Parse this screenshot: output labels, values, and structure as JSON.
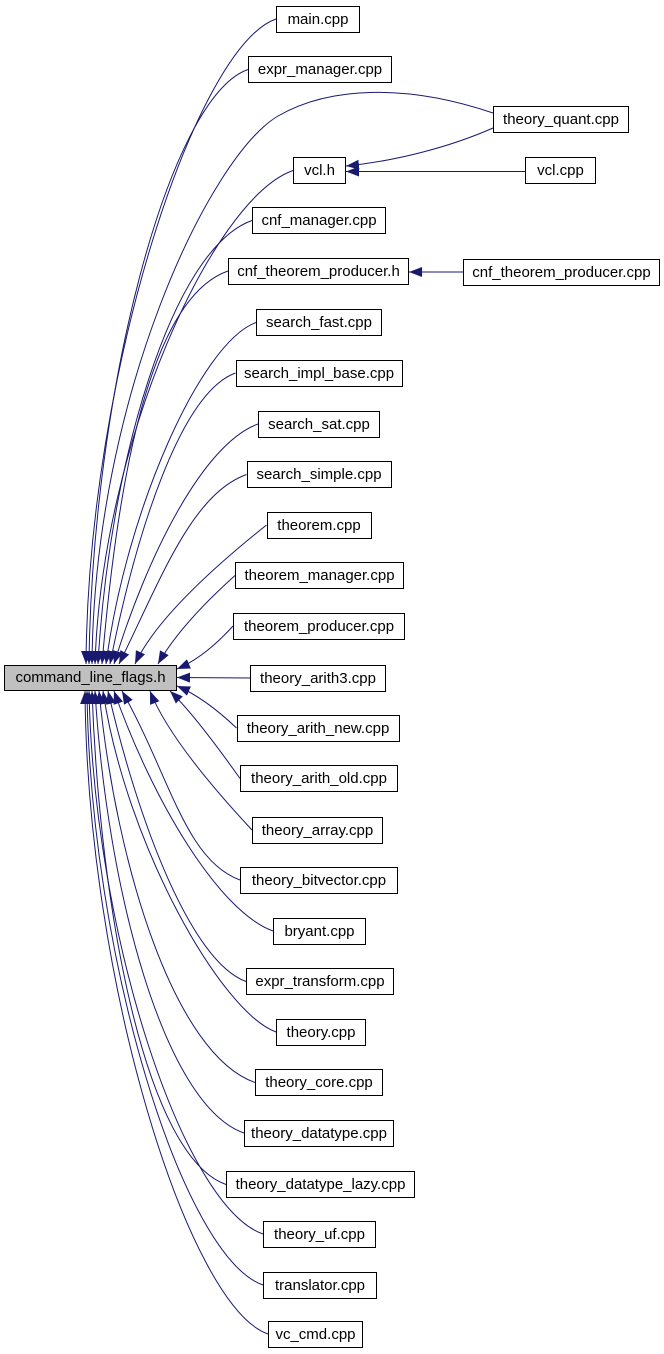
{
  "colors": {
    "edge": "#191970",
    "node_border": "#000000",
    "node_fill": "#ffffff",
    "central_fill": "#c0c0c0",
    "background": "#ffffff",
    "text": "#000000"
  },
  "central_node": {
    "id": "command_line_flags_h",
    "label": "command_line_flags.h"
  },
  "nodes": [
    {
      "id": "main_cpp",
      "label": "main.cpp"
    },
    {
      "id": "expr_manager_cpp",
      "label": "expr_manager.cpp"
    },
    {
      "id": "theory_quant_cpp",
      "label": "theory_quant.cpp"
    },
    {
      "id": "vcl_h",
      "label": "vcl.h"
    },
    {
      "id": "vcl_cpp",
      "label": "vcl.cpp"
    },
    {
      "id": "cnf_manager_cpp",
      "label": "cnf_manager.cpp"
    },
    {
      "id": "cnf_theorem_producer_h",
      "label": "cnf_theorem_producer.h"
    },
    {
      "id": "cnf_theorem_producer_cpp",
      "label": "cnf_theorem_producer.cpp"
    },
    {
      "id": "search_fast_cpp",
      "label": "search_fast.cpp"
    },
    {
      "id": "search_impl_base_cpp",
      "label": "search_impl_base.cpp"
    },
    {
      "id": "search_sat_cpp",
      "label": "search_sat.cpp"
    },
    {
      "id": "search_simple_cpp",
      "label": "search_simple.cpp"
    },
    {
      "id": "theorem_cpp",
      "label": "theorem.cpp"
    },
    {
      "id": "theorem_manager_cpp",
      "label": "theorem_manager.cpp"
    },
    {
      "id": "theorem_producer_cpp",
      "label": "theorem_producer.cpp"
    },
    {
      "id": "theory_arith3_cpp",
      "label": "theory_arith3.cpp"
    },
    {
      "id": "theory_arith_new_cpp",
      "label": "theory_arith_new.cpp"
    },
    {
      "id": "theory_arith_old_cpp",
      "label": "theory_arith_old.cpp"
    },
    {
      "id": "theory_array_cpp",
      "label": "theory_array.cpp"
    },
    {
      "id": "theory_bitvector_cpp",
      "label": "theory_bitvector.cpp"
    },
    {
      "id": "bryant_cpp",
      "label": "bryant.cpp"
    },
    {
      "id": "expr_transform_cpp",
      "label": "expr_transform.cpp"
    },
    {
      "id": "theory_cpp",
      "label": "theory.cpp"
    },
    {
      "id": "theory_core_cpp",
      "label": "theory_core.cpp"
    },
    {
      "id": "theory_datatype_cpp",
      "label": "theory_datatype.cpp"
    },
    {
      "id": "theory_datatype_lazy_cpp",
      "label": "theory_datatype_lazy.cpp"
    },
    {
      "id": "theory_uf_cpp",
      "label": "theory_uf.cpp"
    },
    {
      "id": "translator_cpp",
      "label": "translator.cpp"
    },
    {
      "id": "vc_cmd_cpp",
      "label": "vc_cmd.cpp"
    }
  ],
  "edges": [
    {
      "from": "main_cpp",
      "to": "command_line_flags_h"
    },
    {
      "from": "expr_manager_cpp",
      "to": "command_line_flags_h"
    },
    {
      "from": "theory_quant_cpp",
      "to": "command_line_flags_h"
    },
    {
      "from": "vcl_h",
      "to": "command_line_flags_h"
    },
    {
      "from": "cnf_manager_cpp",
      "to": "command_line_flags_h"
    },
    {
      "from": "cnf_theorem_producer_h",
      "to": "command_line_flags_h"
    },
    {
      "from": "search_fast_cpp",
      "to": "command_line_flags_h"
    },
    {
      "from": "search_impl_base_cpp",
      "to": "command_line_flags_h"
    },
    {
      "from": "search_sat_cpp",
      "to": "command_line_flags_h"
    },
    {
      "from": "search_simple_cpp",
      "to": "command_line_flags_h"
    },
    {
      "from": "theorem_cpp",
      "to": "command_line_flags_h"
    },
    {
      "from": "theorem_manager_cpp",
      "to": "command_line_flags_h"
    },
    {
      "from": "theorem_producer_cpp",
      "to": "command_line_flags_h"
    },
    {
      "from": "theory_arith3_cpp",
      "to": "command_line_flags_h"
    },
    {
      "from": "theory_arith_new_cpp",
      "to": "command_line_flags_h"
    },
    {
      "from": "theory_arith_old_cpp",
      "to": "command_line_flags_h"
    },
    {
      "from": "theory_array_cpp",
      "to": "command_line_flags_h"
    },
    {
      "from": "theory_bitvector_cpp",
      "to": "command_line_flags_h"
    },
    {
      "from": "bryant_cpp",
      "to": "command_line_flags_h"
    },
    {
      "from": "expr_transform_cpp",
      "to": "command_line_flags_h"
    },
    {
      "from": "theory_cpp",
      "to": "command_line_flags_h"
    },
    {
      "from": "theory_core_cpp",
      "to": "command_line_flags_h"
    },
    {
      "from": "theory_datatype_cpp",
      "to": "command_line_flags_h"
    },
    {
      "from": "theory_datatype_lazy_cpp",
      "to": "command_line_flags_h"
    },
    {
      "from": "theory_uf_cpp",
      "to": "command_line_flags_h"
    },
    {
      "from": "translator_cpp",
      "to": "command_line_flags_h"
    },
    {
      "from": "vc_cmd_cpp",
      "to": "command_line_flags_h"
    },
    {
      "from": "theory_quant_cpp",
      "to": "vcl_h"
    },
    {
      "from": "vcl_cpp",
      "to": "vcl_h"
    },
    {
      "from": "cnf_theorem_producer_cpp",
      "to": "cnf_theorem_producer_h"
    }
  ]
}
